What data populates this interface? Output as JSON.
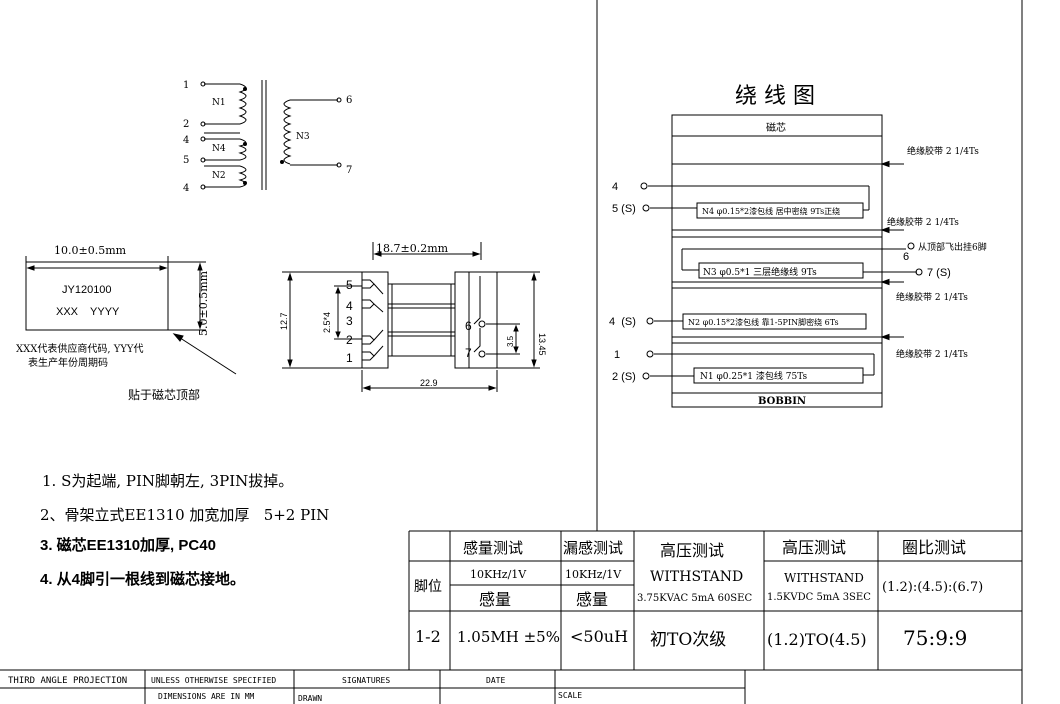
{
  "schematic": {
    "pins": [
      "1",
      "2",
      "4",
      "5",
      "4",
      "6",
      "7"
    ],
    "windings": [
      "N1",
      "N4",
      "N2",
      "N3"
    ]
  },
  "label_drawing": {
    "width_dim": "10.0±0.5mm",
    "height_dim": "5.0±0.5mm",
    "part_number": "JY120100",
    "code_line": "XXX    YYYY",
    "note_line1": "XXX代表供应商代码, YYY代",
    "note_line2": "表生产年份周期码",
    "placement_note": "贴于磁芯顶部"
  },
  "side_view": {
    "width_dim": "18.7±0.2mm",
    "bottom_dim": "22.9",
    "height_left": "12.7",
    "pitch_dim": "2.5*4",
    "height_right": "13.45",
    "right_pitch": "3.5",
    "left_pins": [
      "5",
      "4",
      "3",
      "2",
      "1"
    ],
    "right_pins": [
      "6",
      "7"
    ]
  },
  "winding_diagram": {
    "title": "绕 线 图",
    "core_label": "磁芯",
    "bobbin_label": "BOBBIN",
    "tape_labels": [
      "绝缘胶带 2 1/4Ts",
      "绝缘胶带 2 1/4Ts",
      "绝缘胶带 2 1/4Ts",
      "绝缘胶带 2 1/4Ts"
    ],
    "n4": "N4 φ0.15*2漆包线 居中密绕 9Ts正绕",
    "n3": "N3  φ0.5*1 三层绝缘线 9Ts",
    "n2": "N2 φ0.15*2漆包线 靠1-5PIN脚密绕 6Ts",
    "n1": "N1   φ0.25*1  漆包线 75Ts",
    "flying_lead_note": "从顶部飞出挂6脚",
    "pin_labels": {
      "p4a": "4",
      "p5s": "5 (S)",
      "p6": "6",
      "p7s": "7 (S)",
      "p4s": "4  (S)",
      "p1": "1",
      "p2s": "2 (S)"
    }
  },
  "notes": [
    "1.  S为起端, PIN脚朝左, 3PIN拔掉。",
    "2、骨架立式EE1310 加宽加厚   5+2 PIN",
    "3.  磁芯EE1310加厚,  PC40",
    "4.  从4脚引一根线到磁芯接地。"
  ],
  "test_table": {
    "headers": [
      "感量测试",
      "漏感测试",
      "高压测试",
      "高压测试",
      "圈比测试"
    ],
    "row_label": "脚位",
    "conditions": [
      "10KHz/1V",
      "10KHz/1V",
      "WITHSTAND",
      "WITHSTAND",
      "(1.2):(4.5):(6.7)"
    ],
    "subheads": [
      "感量",
      "感量",
      "3.75KVAC 5mA 60SEC",
      "1.5KVDC 5mA 3SEC"
    ],
    "data_row": {
      "pin": "1-2",
      "inductance": "1.05MH ±5%",
      "leakage": "<50uH",
      "hv1": "初TO次级",
      "hv2": "(1.2)TO(4.5)",
      "ratio": "75:9:9"
    }
  },
  "title_block": {
    "projection": "THIRD ANGLE PROJECTION",
    "unless": "UNLESS OTHERWISE SPECIFIED",
    "dimensions": "DIMENSIONS ARE IN MM",
    "signatures": "SIGNATURES",
    "drawn": "DRAWN",
    "date": "DATE",
    "scale": "SCALE"
  }
}
